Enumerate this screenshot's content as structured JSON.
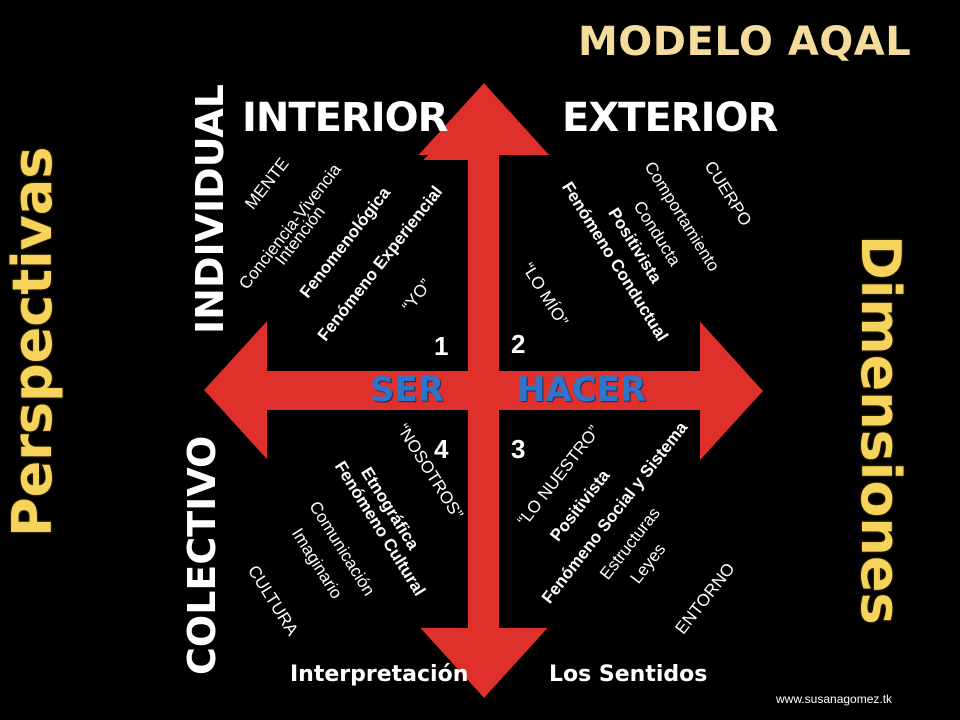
{
  "slide": {
    "title": "MODELO AQAL",
    "website": "www.susanagomez.tk"
  },
  "axes": {
    "top_left_heading": "INTERIOR",
    "top_right_heading": "EXTERIOR",
    "left_upper_vertical": "INDIVIDUAL",
    "left_lower_vertical": "COLECTIVO",
    "bottom_left_label": "Interpretación",
    "bottom_right_label": "Los Sentidos",
    "center_left": "SER",
    "center_right": "HACER"
  },
  "side_labels": {
    "left": "Perspectivas",
    "right": "Dimensiones"
  },
  "quadrants": [
    {
      "number": "1",
      "pronoun": "“YO”",
      "domain": "MENTE",
      "terms": [
        "Conciencia-Vivencia",
        "Intención"
      ],
      "method": "Fenomenológica",
      "phenomenon": "Fenómeno Experiencial"
    },
    {
      "number": "2",
      "pronoun": "“LO MÍO”",
      "domain": "CUERPO",
      "terms": [
        "Comportamiento",
        "Conducta"
      ],
      "method": "Positivista",
      "phenomenon": "Fenómeno Conductual"
    },
    {
      "number": "3",
      "pronoun": "“LO NUESTRO”",
      "domain": "ENTORNO",
      "terms": [
        "Estructuras",
        "Leyes"
      ],
      "method": "Positivista",
      "phenomenon": "Fenómeno Social y Sistema"
    },
    {
      "number": "4",
      "pronoun": "“NOSOTROS”",
      "domain": "CULTURA",
      "terms": [
        "Comunicación",
        "Imaginario"
      ],
      "method": "Etnográfica",
      "phenomenon": "Fenómeno Cultural"
    }
  ],
  "colors": {
    "background": "#000000",
    "arrow_red": "#e0302c",
    "title_cream": "#f3dc9c",
    "side_gold": "#f6d35a",
    "center_blue": "#2f74c8"
  }
}
